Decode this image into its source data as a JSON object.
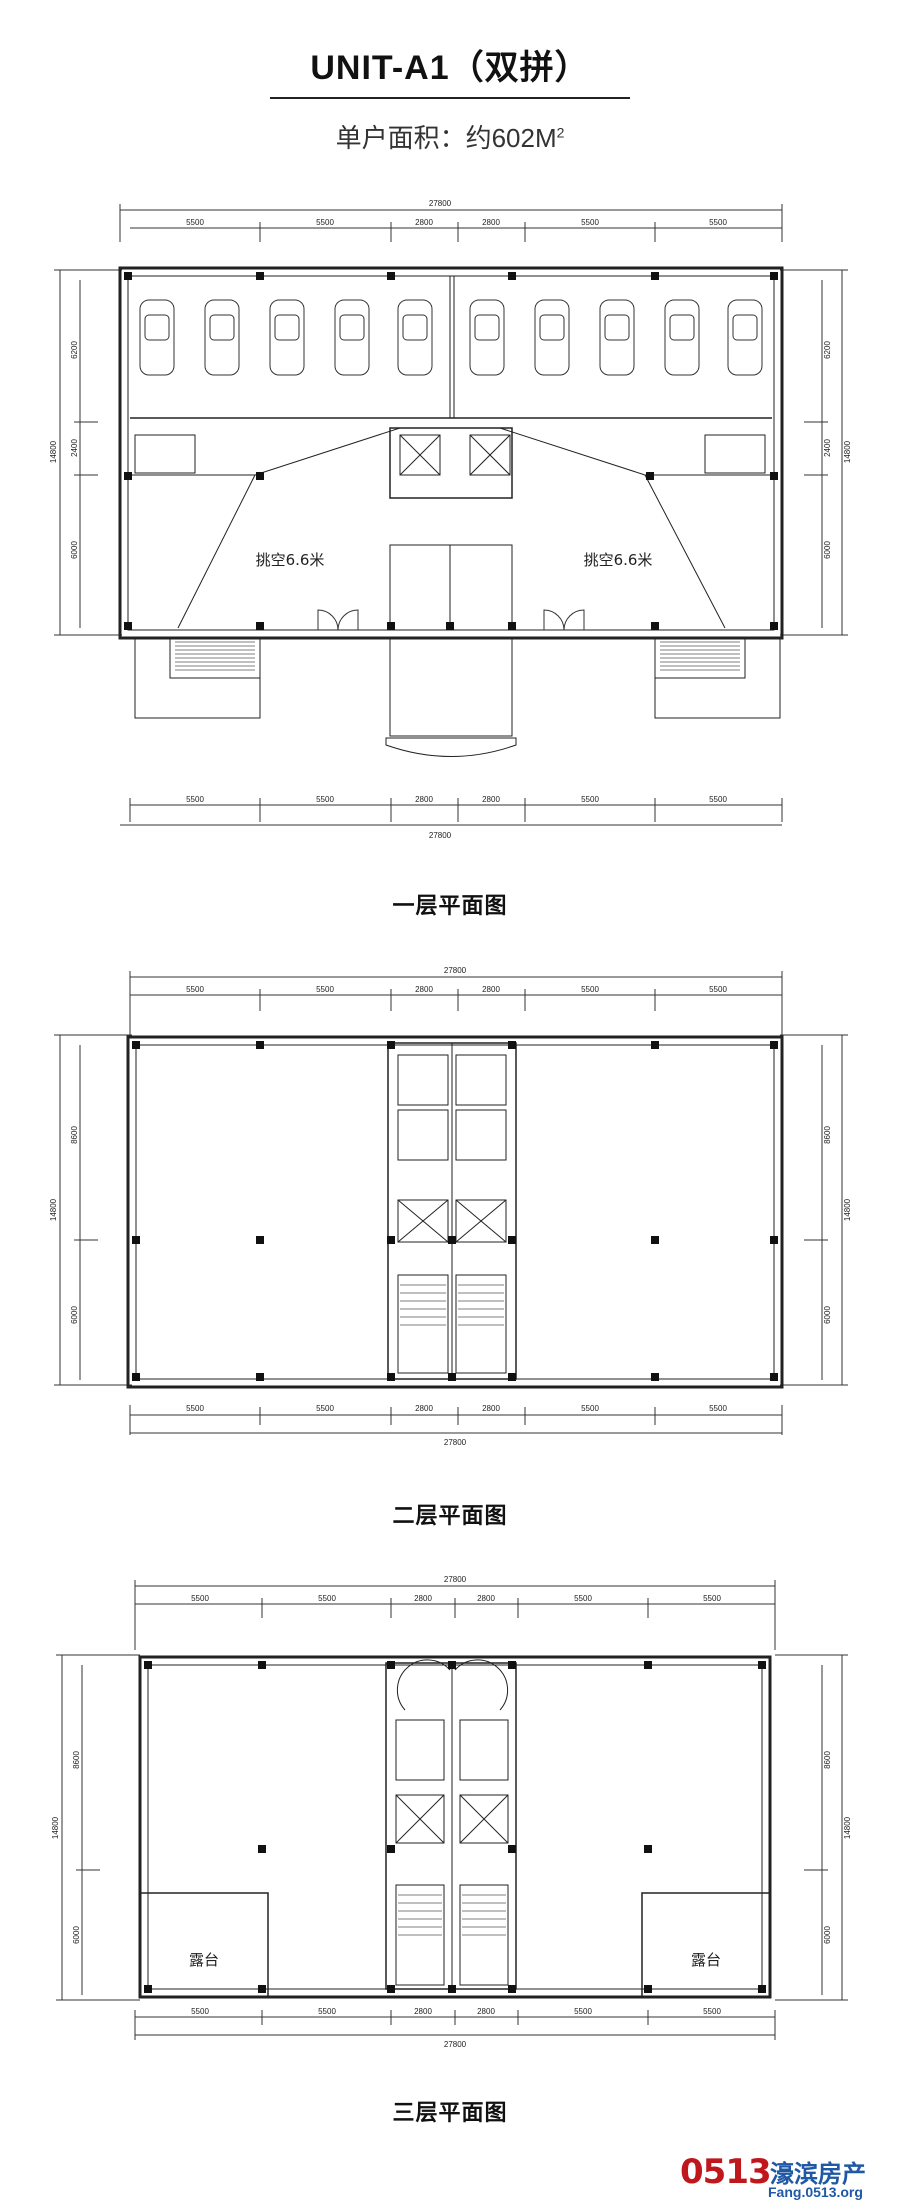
{
  "header": {
    "title": "UNIT-A1（双拼）",
    "area_label": "单户面积：约602M",
    "area_sup": "2"
  },
  "dimensions": {
    "total_width": "27800",
    "bays": [
      "5500",
      "5500",
      "2800",
      "2800",
      "5500",
      "5500"
    ],
    "total_depth": "14800",
    "floor1_left_depths": [
      "6200",
      "2400",
      "6000"
    ],
    "floor23_left_depths": [
      "8600",
      "6000"
    ]
  },
  "floor1": {
    "caption": "一层平面图",
    "room_left": "挑空6.6米",
    "room_right": "挑空6.6米"
  },
  "floor2": {
    "caption": "二层平面图"
  },
  "floor3": {
    "caption": "三层平面图",
    "terrace_left": "露台",
    "terrace_right": "露台"
  },
  "logo": {
    "number": "0513",
    "name": "濠滨房产",
    "url": "Fang.0513.org",
    "number_color": "#c0171c",
    "name_color": "#1f58a5"
  }
}
